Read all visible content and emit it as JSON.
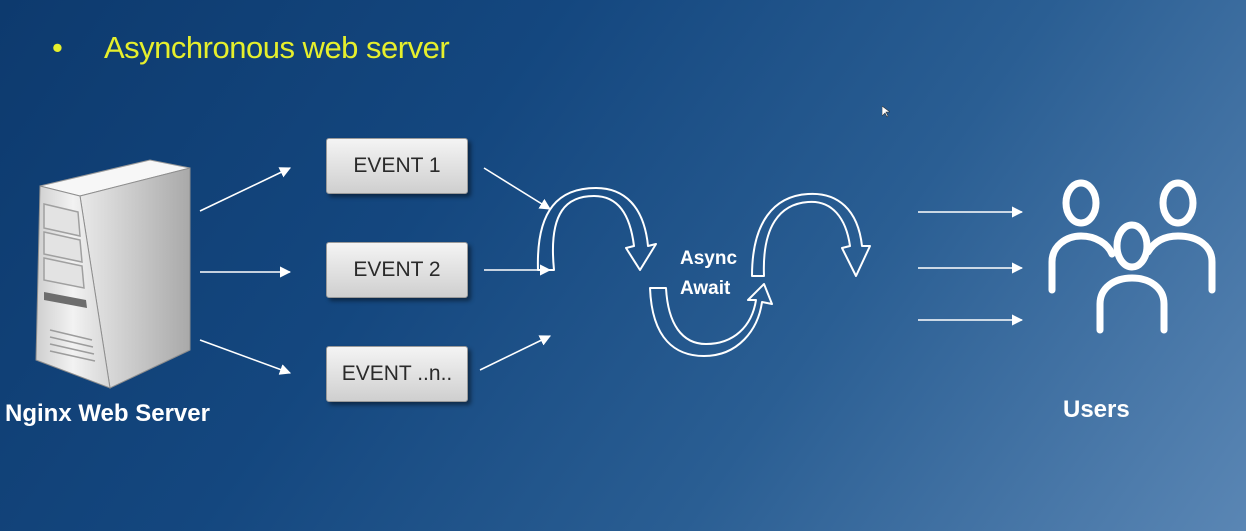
{
  "slide": {
    "bullet": "•",
    "heading": "Asynchronous web server"
  },
  "server": {
    "icon": "server-tower-icon",
    "label": "Nginx Web Server"
  },
  "events": [
    {
      "label": "EVENT 1"
    },
    {
      "label": "EVENT 2"
    },
    {
      "label": "EVENT ..n.."
    }
  ],
  "async": {
    "line1": "Async",
    "line2": "Await"
  },
  "users": {
    "icon": "users-group-icon",
    "label": "Users"
  },
  "colors": {
    "heading": "#e6ef2c",
    "arrows": "#ffffff",
    "background": "#14477f"
  }
}
